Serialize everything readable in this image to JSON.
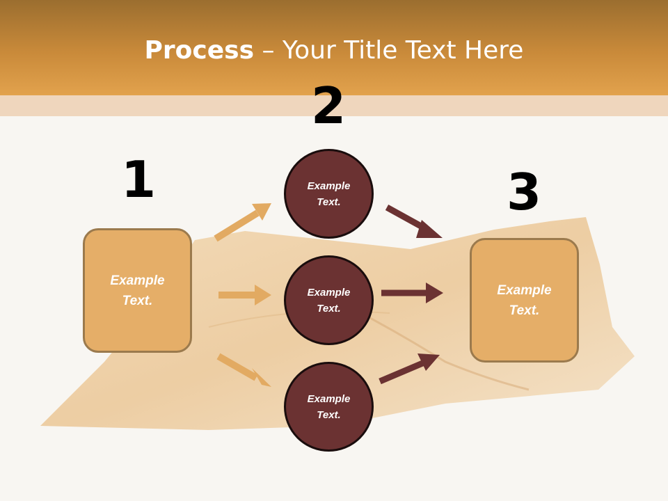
{
  "title": {
    "bold": "Process",
    "rest": " – Your Title Text Here"
  },
  "steps": {
    "one": "1",
    "two": "2",
    "three": "3"
  },
  "start_box": {
    "line1": "Example",
    "line2": "Text."
  },
  "end_box": {
    "line1": "Example",
    "line2": "Text."
  },
  "circles": [
    {
      "line1": "Example",
      "line2": "Text."
    },
    {
      "line1": "Example",
      "line2": "Text."
    },
    {
      "line1": "Example",
      "line2": "Text."
    }
  ],
  "colors": {
    "header": "#c98a3a",
    "box_fill": "#e5ae68",
    "circle_fill": "#6b3232",
    "arrow_light": "#e2aa62",
    "arrow_dark": "#6b3232"
  }
}
